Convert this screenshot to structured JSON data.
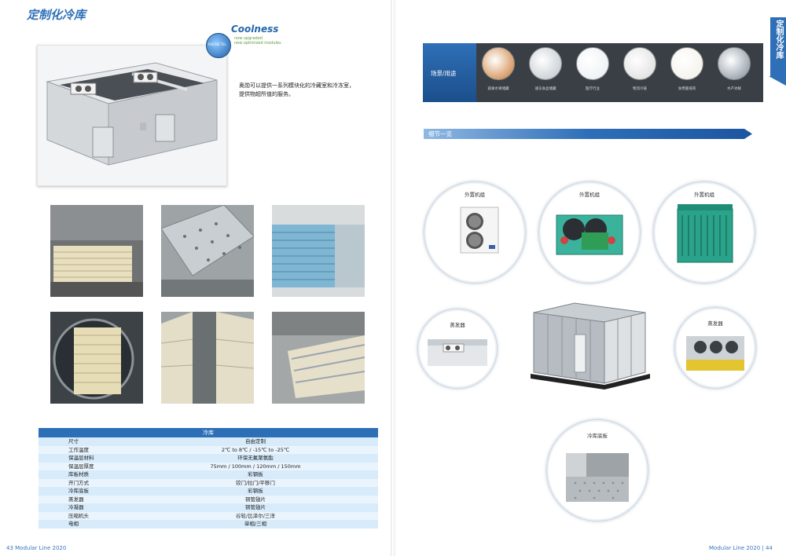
{
  "left_page": {
    "title": "定制化冷库",
    "badge": {
      "brand": "Coolness",
      "tagline": "now upgraded",
      "sub": "new optimized modules",
      "seal": "ROCHE TEL"
    },
    "intro_line1": "奥勋可以提供一系列模块化的冷藏室和冷冻室，",
    "intro_line2": "提供物超所值的服务。",
    "spec_table": {
      "header": "冷库",
      "rows": [
        {
          "key": "尺寸",
          "value": "自由定制"
        },
        {
          "key": "工作温度",
          "value": "2℃ to 8℃ / -15℃ to -25℃"
        },
        {
          "key": "保温层材料",
          "value": "环保无氟聚氨酯"
        },
        {
          "key": "保温层厚度",
          "value": "75mm / 100mm / 120mm / 150mm"
        },
        {
          "key": "库板材质",
          "value": "彩钢板"
        },
        {
          "key": "开门方式",
          "value": "铰门/拉门/平移门"
        },
        {
          "key": "冷库底板",
          "value": "彩钢板"
        },
        {
          "key": "蒸发器",
          "value": "铜管翅片"
        },
        {
          "key": "冷凝器",
          "value": "铜管翅片"
        },
        {
          "key": "压缩机头",
          "value": "谷轮/比泽尔/三洋"
        },
        {
          "key": "电相",
          "value": "单相/三相"
        }
      ]
    },
    "footer": "43 Modular Line 2020"
  },
  "right_page": {
    "side_tab": "定制化冷库",
    "scene_label": "场景/用途",
    "scenes": [
      "蔬果水果储藏",
      "速冻食品储藏",
      "医疗行业",
      "物流冷链",
      "食用菌培育",
      "水产冰鲜"
    ],
    "detail_title": "细节一览",
    "units": {
      "unit1": "外置机组",
      "unit2": "外置机组",
      "unit3": "外置机组",
      "evap1": "蒸发器",
      "evap2": "蒸发器",
      "floor": "冷库底板"
    },
    "footer": "Modular Line 2020 | 44"
  },
  "colors": {
    "brand_blue": "#2f6fb7",
    "table_stripe": "#d7ebfb",
    "scene_bg": "#3a3f45"
  }
}
